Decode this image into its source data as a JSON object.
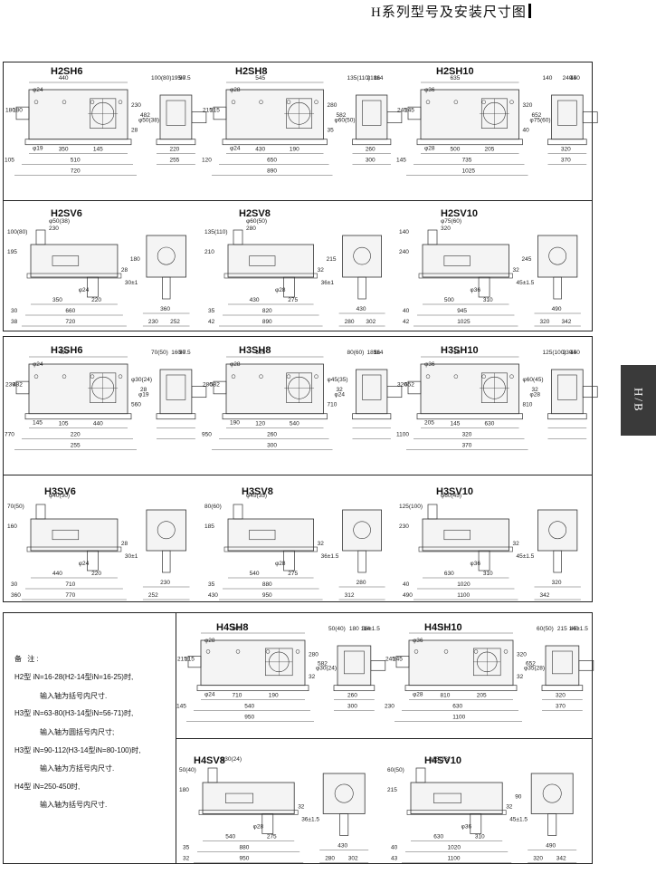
{
  "header": {
    "title": "H系列型号及安装尺寸图"
  },
  "side_tab": {
    "label": "H/B"
  },
  "sections": [
    {
      "rows": [
        {
          "models": [
            {
              "name": "H2SH6",
              "dims": [
                "440",
                "φ24",
                "100(80)",
                "195",
                "97.5",
                "30",
                "180",
                "180",
                "230",
                "482",
                "φ50(38)",
                "28",
                "φ19",
                "350",
                "145",
                "105",
                "510",
                "720",
                "220",
                "255"
              ]
            },
            {
              "name": "H2SH8",
              "dims": [
                "545",
                "φ28",
                "135(110)",
                "210",
                "114",
                "36",
                "215",
                "215",
                "280",
                "582",
                "φ60(50)",
                "35",
                "φ24",
                "430",
                "190",
                "120",
                "650",
                "890",
                "260",
                "300"
              ]
            },
            {
              "name": "H2SH10",
              "dims": [
                "635",
                "φ36",
                "140",
                "240",
                "140",
                "45",
                "245",
                "245",
                "320",
                "652",
                "φ75(60)",
                "40",
                "φ28",
                "500",
                "205",
                "145",
                "735",
                "1025",
                "320",
                "370"
              ]
            }
          ]
        },
        {
          "models": [
            {
              "name": "H2SV6",
              "dims": [
                "φ50(38)",
                "195",
                "100(80)",
                "30±1",
                "28",
                "φ24",
                "350",
                "220",
                "660",
                "720",
                "30",
                "38",
                "360",
                "230",
                "252",
                "180",
                "230"
              ]
            },
            {
              "name": "H2SV8",
              "dims": [
                "φ60(50)",
                "210",
                "135(110)",
                "36±1",
                "32",
                "φ28",
                "430",
                "275",
                "820",
                "890",
                "35",
                "42",
                "430",
                "280",
                "302",
                "215",
                "280"
              ]
            },
            {
              "name": "H2SV10",
              "dims": [
                "φ75(60)",
                "240",
                "140",
                "45±1.5",
                "32",
                "φ36",
                "500",
                "310",
                "945",
                "1025",
                "40",
                "42",
                "490",
                "320",
                "342",
                "245",
                "320"
              ]
            }
          ]
        }
      ]
    },
    {
      "rows": [
        {
          "models": [
            {
              "name": "H3SH6",
              "dims": [
                "490",
                "φ24",
                "70(50)",
                "160",
                "97.5",
                "30",
                "239",
                "482",
                "φ30(24)",
                "28",
                "φ19",
                "560",
                "145",
                "105",
                "440",
                "770",
                "220",
                "255"
              ]
            },
            {
              "name": "H3SH8",
              "dims": [
                "605",
                "φ28",
                "80(60)",
                "185",
                "114",
                "36",
                "280",
                "582",
                "φ45(35)",
                "32",
                "φ24",
                "710",
                "190",
                "120",
                "540",
                "950",
                "260",
                "300"
              ]
            },
            {
              "name": "H3SH10",
              "dims": [
                "710",
                "φ36",
                "125(100)",
                "230",
                "140",
                "45",
                "320",
                "652",
                "φ60(45)",
                "32",
                "φ28",
                "810",
                "205",
                "145",
                "630",
                "1100",
                "320",
                "370"
              ]
            }
          ]
        },
        {
          "models": [
            {
              "name": "H3SV6",
              "dims": [
                "φ40(30)",
                "160",
                "70(50)",
                "30±1",
                "28",
                "φ24",
                "440",
                "220",
                "710",
                "770",
                "30",
                "360",
                "230",
                "252"
              ]
            },
            {
              "name": "H3SV8",
              "dims": [
                "φ45(35)",
                "185",
                "80(60)",
                "36±1.5",
                "32",
                "φ28",
                "540",
                "275",
                "880",
                "950",
                "35",
                "430",
                "280",
                "312"
              ]
            },
            {
              "name": "H3SV10",
              "dims": [
                "φ60(45)",
                "230",
                "125(100)",
                "45±1.5",
                "32",
                "φ36",
                "630",
                "310",
                "1020",
                "1100",
                "40",
                "490",
                "320",
                "342"
              ]
            }
          ]
        }
      ]
    },
    {
      "notes": {
        "title": "备 注:",
        "items": [
          {
            "label": "H2型",
            "text": "iN=16-28(H2-14型iN=16-25)时,",
            "sub": "输入轴为括号内尺寸."
          },
          {
            "label": "H3型",
            "text": "iN=63-80(H3-14型iN=56-71)时,",
            "sub": "输入轴为圆括号内尺寸;"
          },
          {
            "label": "H3型",
            "text": "iN=90-112(H3-14型iN=80-100)时,",
            "sub": "输入轴为方括号内尺寸."
          },
          {
            "label": "H4型",
            "text": "iN=250-450时,",
            "sub": "输入轴为括号内尺寸."
          }
        ]
      },
      "rows": [
        {
          "models": [
            {
              "name": "H4SH8",
              "dims": [
                "605",
                "φ28",
                "50(40)",
                "180",
                "114",
                "36±1.5",
                "215",
                "215",
                "280",
                "582",
                "φ30(24)",
                "32",
                "φ24",
                "710",
                "190",
                "145",
                "540",
                "950",
                "260",
                "300"
              ]
            },
            {
              "name": "H4SH10",
              "dims": [
                "710",
                "φ36",
                "60(50)",
                "215",
                "140",
                "45±1.5",
                "245",
                "245",
                "320",
                "652",
                "φ35(28)",
                "32",
                "φ28",
                "810",
                "205",
                "230",
                "630",
                "1100",
                "320",
                "370"
              ]
            }
          ]
        },
        {
          "models": [
            {
              "name": "H4SV8",
              "dims": [
                "φ30(24)",
                "180",
                "50(40)",
                "36±1.5",
                "32",
                "φ28",
                "540",
                "275",
                "880",
                "950",
                "35",
                "32",
                "430",
                "280",
                "302"
              ]
            },
            {
              "name": "H4SV10",
              "dims": [
                "φ35(28)",
                "215",
                "60(50)",
                "45±1.5",
                "32",
                "φ36",
                "630",
                "310",
                "1020",
                "1100",
                "40",
                "43",
                "490",
                "320",
                "342",
                "90"
              ]
            }
          ]
        }
      ]
    }
  ]
}
